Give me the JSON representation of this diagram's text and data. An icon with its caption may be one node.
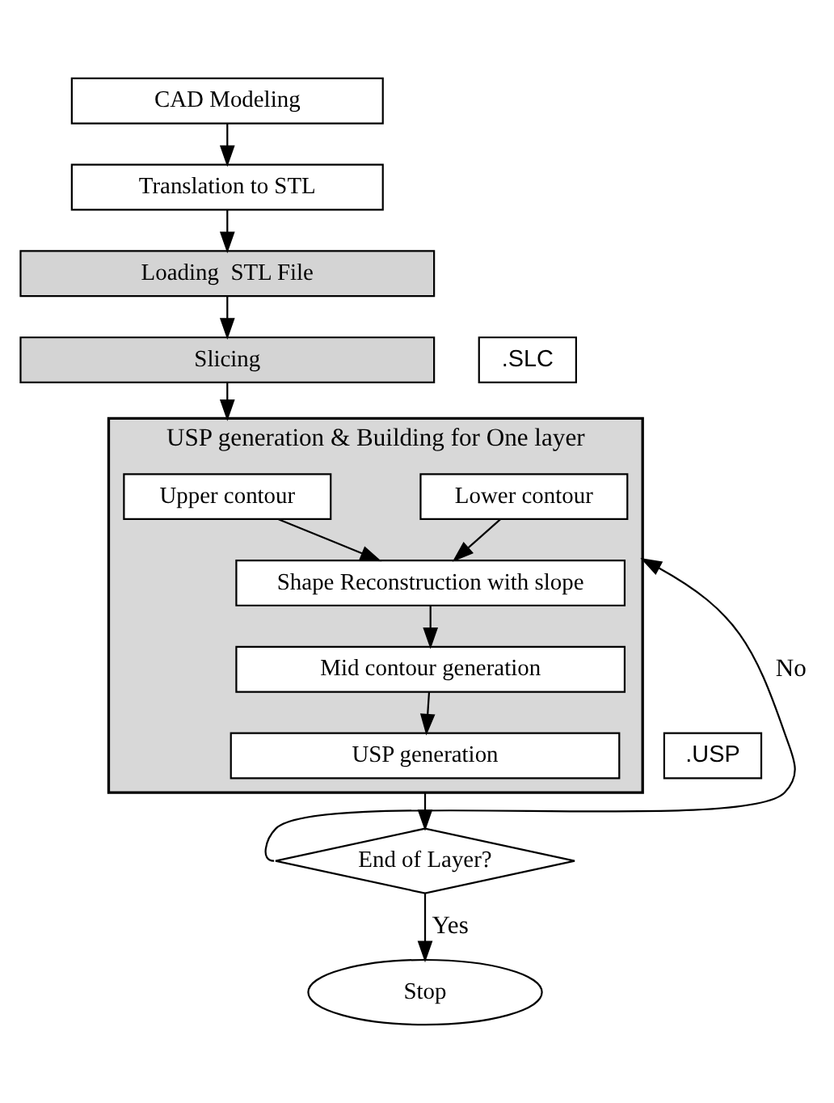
{
  "diagram": {
    "nodes": [
      {
        "text": [
          "CAD Modeling"
        ]
      },
      {
        "text": [
          "Translation to STL"
        ]
      },
      {
        "text": [
          "Loading  STL File"
        ]
      },
      {
        "text": [
          "Slicing"
        ]
      },
      {
        "text": [
          ".SLC"
        ]
      },
      {
        "text": [
          "USP generation & Building for One layer"
        ]
      },
      {
        "text": [
          "Upper contour"
        ],
        "in": 5
      },
      {
        "text": [
          "Lower contour"
        ],
        "in": 5
      },
      {
        "text": [
          "Shape Reconstruction with slope"
        ],
        "in": 5
      },
      {
        "text": [
          "Mid contour generation"
        ],
        "in": 5
      },
      {
        "text": [
          "USP generation"
        ],
        "in": 5
      },
      {
        "text": [
          ".USP"
        ]
      },
      {
        "text": [
          "End of Layer?"
        ]
      },
      {
        "text": [
          "Stop"
        ]
      }
    ],
    "edges": [
      {
        "from": 0,
        "to": 1,
        "arrow": "to"
      },
      {
        "from": 1,
        "to": 2,
        "arrow": "to"
      },
      {
        "from": 2,
        "to": 3,
        "arrow": "to"
      },
      {
        "from": 3,
        "to": 5,
        "arrow": "to"
      },
      {
        "from": 6,
        "to": 8,
        "arrow": "to"
      },
      {
        "from": 7,
        "to": 8,
        "arrow": "to"
      },
      {
        "from": 8,
        "to": 9,
        "arrow": "to"
      },
      {
        "from": 9,
        "to": 10,
        "arrow": "to"
      },
      {
        "from": 5,
        "to": 12,
        "arrow": "to"
      },
      {
        "from": 12,
        "to": 5,
        "label": "No",
        "arrow": "to"
      },
      {
        "from": 12,
        "to": 13,
        "label": "Yes",
        "arrow": "to"
      }
    ]
  }
}
